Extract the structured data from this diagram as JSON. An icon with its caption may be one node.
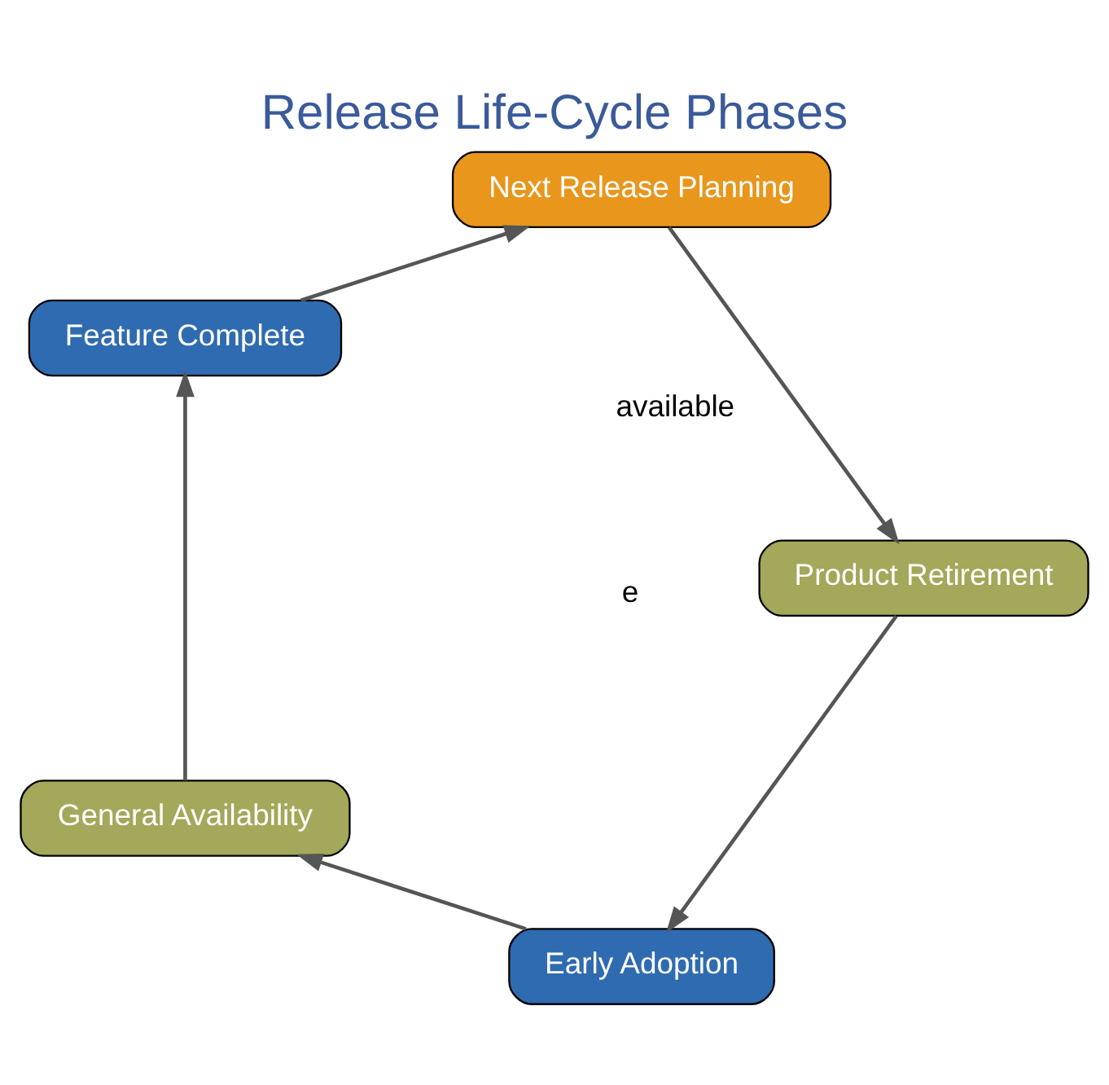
{
  "diagram": {
    "title": "Release Life-Cycle Phases",
    "nodes": [
      {
        "text": [
          "Early Adoption"
        ]
      },
      {
        "text": [
          "General Availability"
        ]
      },
      {
        "text": [
          "Feature Complete"
        ]
      },
      {
        "text": [
          "Next Release Planning"
        ]
      },
      {
        "text": [
          "Product Retirement"
        ]
      }
    ],
    "edges": [
      {
        "from": 0,
        "to": 1,
        "arrow": "to"
      },
      {
        "from": 1,
        "to": 2,
        "arrow": "to"
      },
      {
        "from": 2,
        "to": 3,
        "arrow": "to"
      },
      {
        "from": 3,
        "to": 4,
        "arrow": "to"
      },
      {
        "from": 4,
        "to": 0,
        "arrow": "to"
      }
    ],
    "labels": [
      "e",
      "available"
    ]
  }
}
